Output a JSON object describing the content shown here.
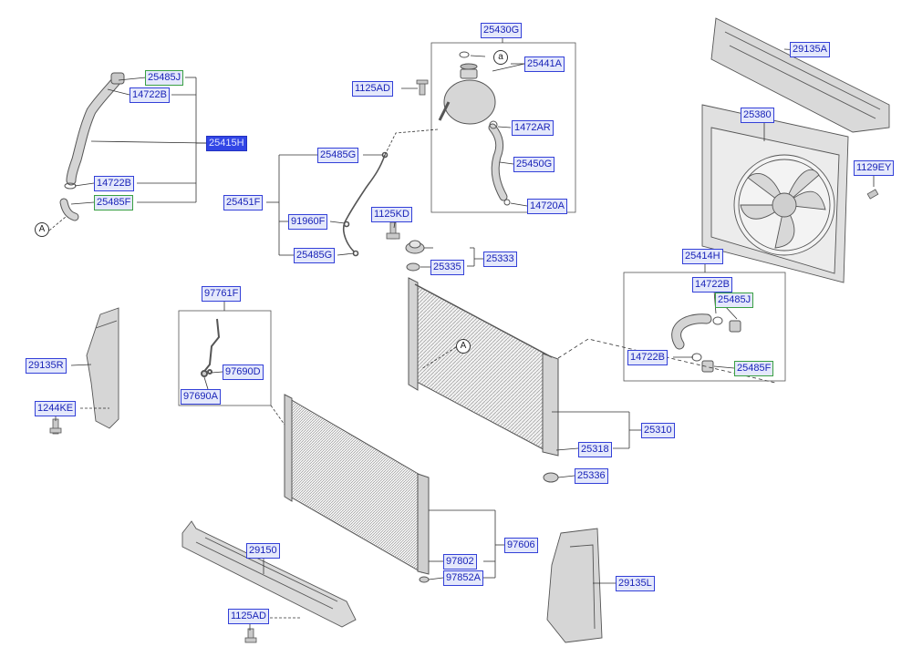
{
  "labels": {
    "p25430G": "25430G",
    "p25441A": "25441A",
    "p1125AD_a": "1125AD",
    "p1472AR": "1472AR",
    "p25450G": "25450G",
    "p14720A": "14720A",
    "p25485J_a": "25485J",
    "p14722B_a": "14722B",
    "p25415H": "25415H",
    "p14722B_b": "14722B",
    "p25485F_a": "25485F",
    "p25485G_a": "25485G",
    "p25451F": "25451F",
    "p91960F": "91960F",
    "p25485G_b": "25485G",
    "p1125KD": "1125KD",
    "p25335": "25335",
    "p25333": "25333",
    "p29135A": "29135A",
    "p25380": "25380",
    "p1129EY": "1129EY",
    "p25414H": "25414H",
    "p14722B_c": "14722B",
    "p25485J_b": "25485J",
    "p14722B_d": "14722B",
    "p25485F_b": "25485F",
    "p97761F": "97761F",
    "p97690D": "97690D",
    "p97690A": "97690A",
    "p29135R": "29135R",
    "p1244KE": "1244KE",
    "p25310": "25310",
    "p25318": "25318",
    "p25336": "25336",
    "p29150": "29150",
    "p97606": "97606",
    "p97802": "97802",
    "p97852A": "97852A",
    "p29135L": "29135L",
    "p1125AD_b": "1125AD"
  },
  "callouts": {
    "a_small": "a",
    "A_left": "A",
    "A_radiator": "A"
  },
  "colors": {
    "label_border": "#3340d8",
    "label_fill": "#e4e8fb",
    "label_text": "#1a24b8",
    "label_border_green": "#39a043",
    "selected_fill": "#3246e6",
    "part_fill": "#dcdcdc",
    "part_stroke": "#555555",
    "leader": "#333333"
  }
}
